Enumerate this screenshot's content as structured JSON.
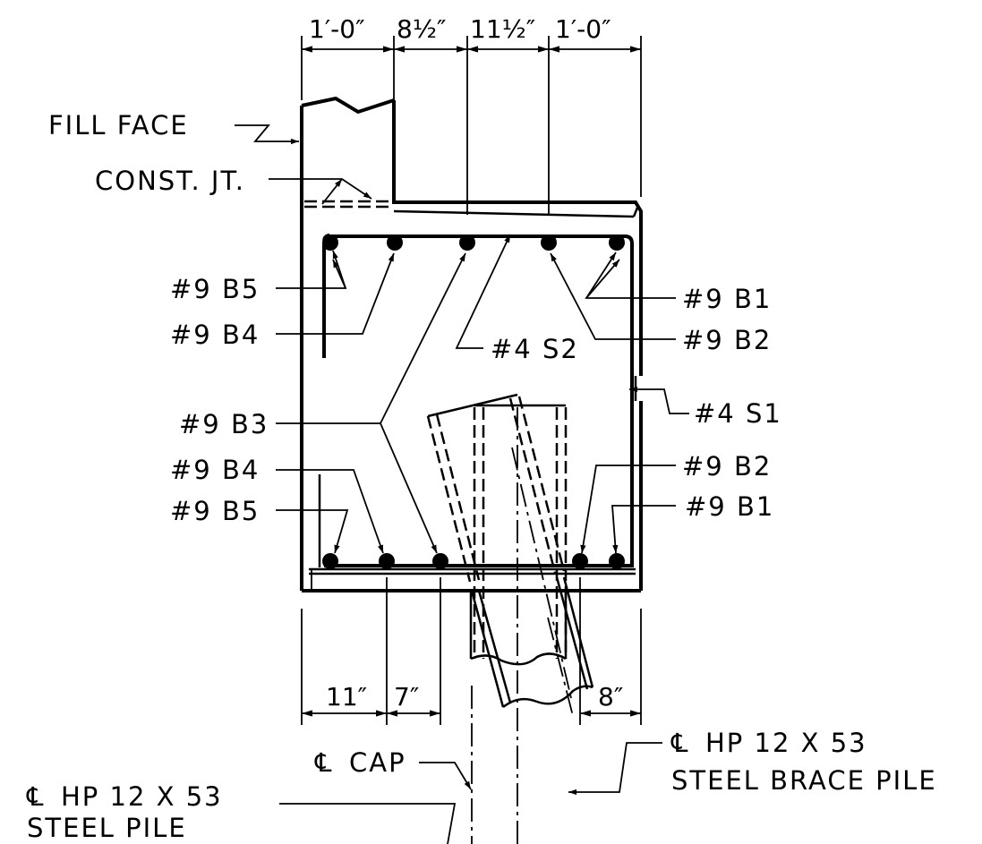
{
  "dimensions": {
    "top": [
      "1′-0″",
      "8½″",
      "11½″",
      "1′-0″"
    ],
    "bottom": [
      "11″",
      "7″",
      "8″"
    ]
  },
  "labels": {
    "fill_face": "FILL FACE",
    "const_jt": "CONST. JT.",
    "b5_top": "#9 B5",
    "b4_top": "#9 B4",
    "b1_top": "#9 B1",
    "b2_top": "#9 B2",
    "s2": "#4 S2",
    "b3": "#9 B3",
    "s1": "#4 S1",
    "b4_bot": "#9 B4",
    "b5_bot": "#9 B5",
    "b2_bot": "#9 B2",
    "b1_bot": "#9 B1",
    "cl_cap": "CAP",
    "cl_pile_1": "HP 12 X 53",
    "cl_pile_2": "STEEL PILE",
    "cl_brace_1": "HP 12 X 53",
    "cl_brace_2": "STEEL BRACE PILE"
  },
  "symbols": {
    "centerline": "℄"
  }
}
